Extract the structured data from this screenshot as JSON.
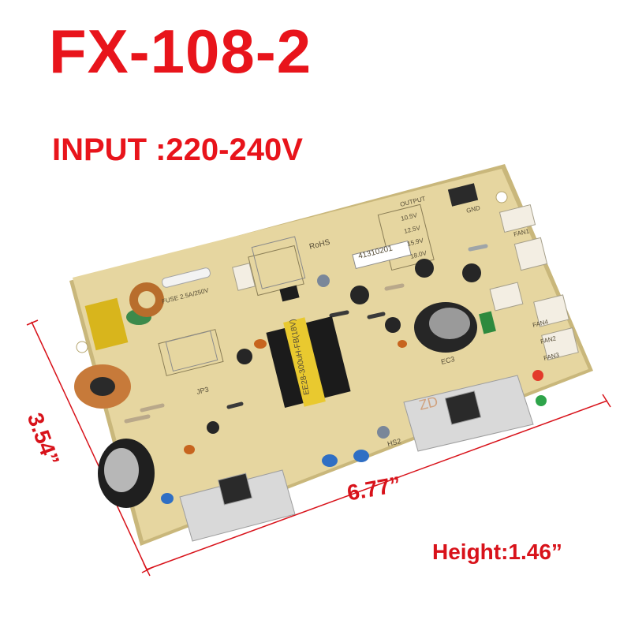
{
  "product": {
    "model": "FX-108-2",
    "input_label": "INPUT :220-240V"
  },
  "dimensions": {
    "width": "6.77”",
    "depth": "3.54”",
    "height": "Height:1.46”"
  },
  "board_labels": {
    "serial": "41310201",
    "transformer": "EE28-300uH-FB(18V)",
    "fuse": "FUSE 2.5A/250V",
    "rohs": "RoHS",
    "output_header": "OUTPUT",
    "outputs": [
      "10.5V",
      "12.5V",
      "15.9V",
      "18.0V"
    ],
    "silkscreen_zd": "ZD",
    "hs2": "HS2",
    "ec3": "EC3",
    "jp3": "JP3",
    "gnd": "GND",
    "fan1": "FAN1",
    "fan2": "FAN2",
    "fan4": "FAN4",
    "fan3": "FAN3"
  },
  "colors": {
    "title_red": "#e8141b",
    "dimension_red": "#d8121a",
    "board": "#e6d6a0",
    "board_edge": "#c9b77b",
    "heatsink": "#d9d9d9"
  }
}
